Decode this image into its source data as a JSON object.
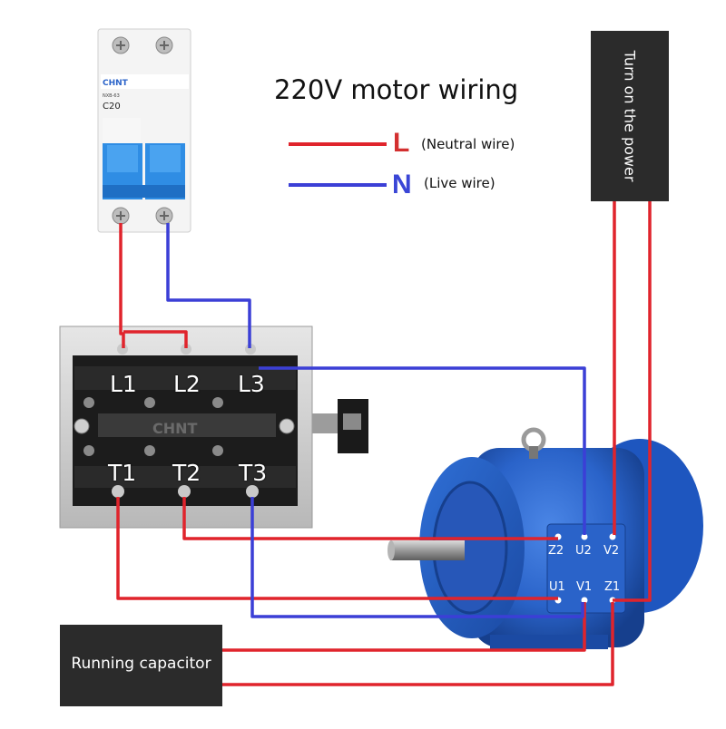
{
  "title": "220V motor wiring",
  "legend": {
    "L": {
      "letter": "L",
      "text": "(Neutral wire)",
      "color": "#d32f2f"
    },
    "N": {
      "letter": "N",
      "text": "(Live wire)",
      "color": "#3a46d6"
    }
  },
  "breaker": {
    "brand": "CHNT",
    "model": "NXB-63",
    "rating": "C20"
  },
  "switch_box": {
    "brand": "CHNT",
    "inputs": [
      "L1",
      "L2",
      "L3"
    ],
    "outputs": [
      "T1",
      "T2",
      "T3"
    ]
  },
  "motor": {
    "top_row": [
      "Z2",
      "U2",
      "V2"
    ],
    "bottom_row": [
      "U1",
      "V1",
      "Z1"
    ]
  },
  "power_label": "Turn on the power",
  "capacitor_label": "Running capacitor",
  "colors": {
    "red_wire": "#e0242c",
    "blue_wire": "#3b3fd6",
    "motor_blue": "#2a63c9",
    "box_dark": "#2b2b2b"
  }
}
